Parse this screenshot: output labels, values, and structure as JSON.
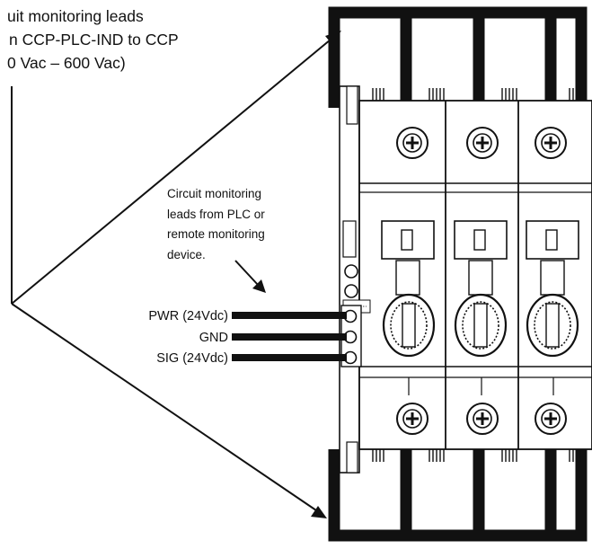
{
  "callout_top": {
    "lines": [
      "uit monitoring leads",
      "n CCP-PLC-IND to CCP",
      "0 Vac – 600 Vac)"
    ]
  },
  "callout_plc": {
    "lines": [
      "Circuit monitoring",
      "leads from PLC or",
      "remote monitoring",
      "device."
    ]
  },
  "wires": [
    {
      "label": "PWR (24Vdc)"
    },
    {
      "label": "GND"
    },
    {
      "label": "SIG (24Vdc)"
    }
  ],
  "colors": {
    "line": "#111111",
    "background": "#ffffff"
  }
}
